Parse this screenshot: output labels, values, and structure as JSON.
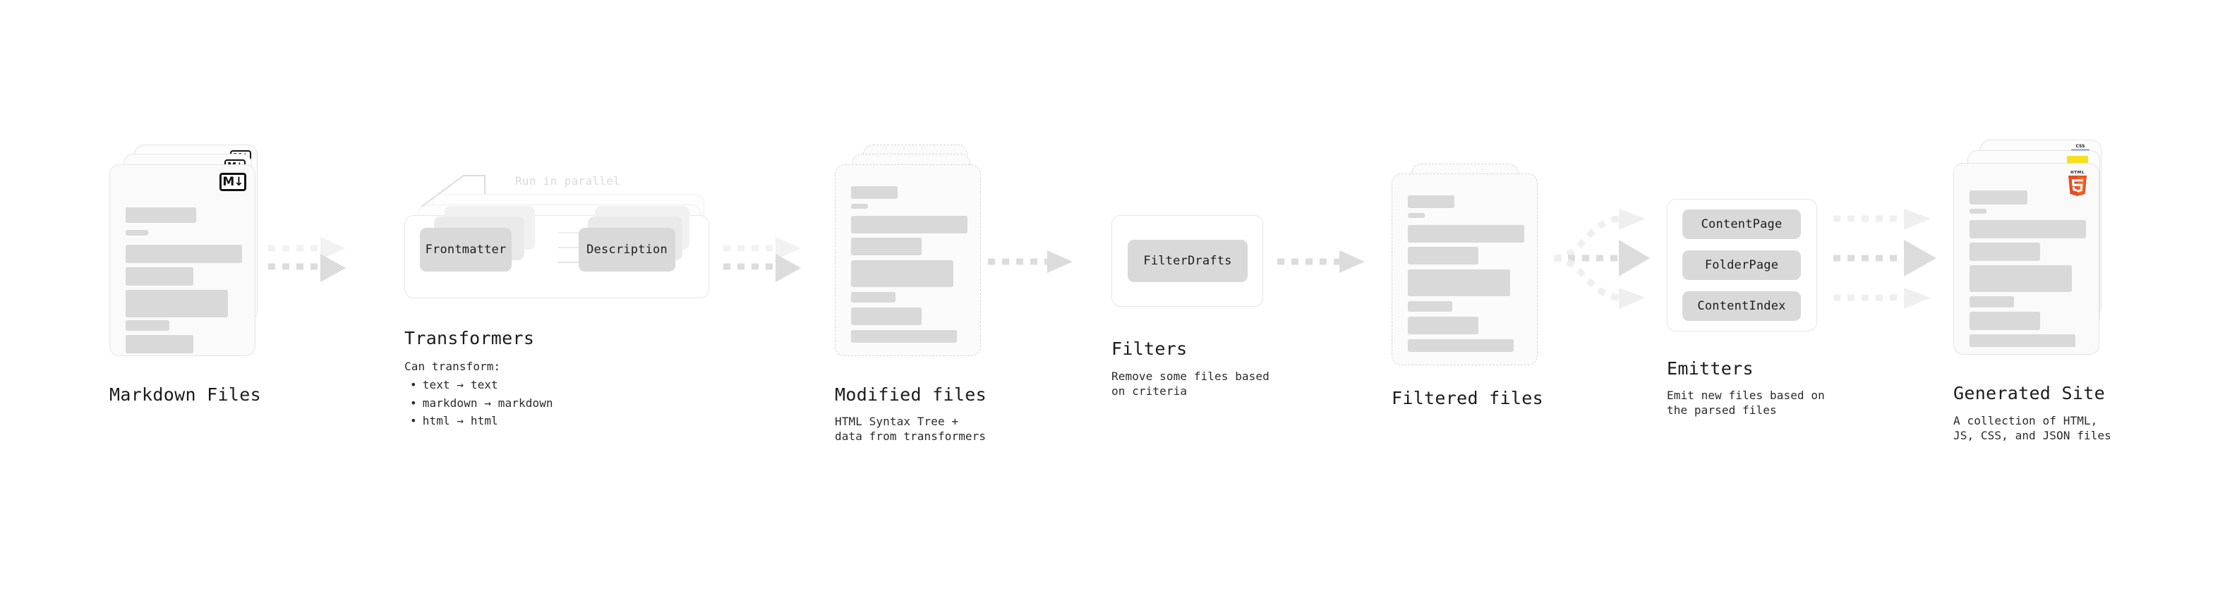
{
  "diagram": {
    "title_text_color": "#1b1b1b",
    "accent_colors": {
      "skeleton": "#d9d9d9",
      "card_bg": "#fbfbfb",
      "card_border": "#e4e4e4",
      "arrow": "#dcdcdc",
      "arrow_light": "#efefef",
      "html5_orange": "#e44d26",
      "html5_orange_light": "#f16529",
      "js_yellow": "#f7df1e",
      "css_blue": "#2965f1",
      "md_black": "#111111",
      "ghost_text": "#dadada"
    },
    "stages": [
      {
        "id": "markdown-files",
        "kind": "file-stack",
        "title": "Markdown Files",
        "description": "",
        "badge": "markdown-badge",
        "badge_text": "M",
        "badge_arrow": "↓",
        "stack_count": 3
      },
      {
        "id": "transformers",
        "kind": "process",
        "title": "Transformers",
        "note": "Run in parallel",
        "description_heading": "Can transform:",
        "bullets": [
          "text → text",
          "markdown → markdown",
          "html → html"
        ],
        "chips": [
          "Frontmatter",
          "Description"
        ],
        "stack_count": 3
      },
      {
        "id": "modified-files",
        "kind": "file-stack",
        "title": "Modified files",
        "description": "HTML Syntax Tree +\ndata from transformers",
        "dashed": true,
        "stack_count": 3
      },
      {
        "id": "filters",
        "kind": "process",
        "title": "Filters",
        "description": "Remove some files based\non criteria",
        "chips": [
          "FilterDrafts"
        ],
        "stack_count": 1
      },
      {
        "id": "filtered-files",
        "kind": "file-stack",
        "title": "Filtered files",
        "description": "",
        "dashed": true,
        "stack_count": 2
      },
      {
        "id": "emitters",
        "kind": "process",
        "title": "Emitters",
        "description": "Emit new files based on\nthe parsed files",
        "chips": [
          "ContentPage",
          "FolderPage",
          "ContentIndex"
        ],
        "stack_count": 1
      },
      {
        "id": "generated-site",
        "kind": "file-stack",
        "title": "Generated Site",
        "description": "A collection of HTML,\nJS, CSS, and JSON files",
        "badges": [
          "html5-icon",
          "js-icon",
          "css3-icon"
        ],
        "badge_html5_label": "HTML",
        "badge_html5_digit": "5",
        "badge_css_label": "CSS",
        "stack_count": 3
      }
    ],
    "connectors": [
      {
        "id": "arrow-markdown-to-transformers",
        "kind": "dotted-arrow-multi"
      },
      {
        "id": "arrow-transformers-to-modified",
        "kind": "dotted-arrow-multi"
      },
      {
        "id": "arrow-modified-to-filters",
        "kind": "dotted-arrow-single"
      },
      {
        "id": "arrow-filters-to-filtered",
        "kind": "dotted-arrow-single"
      },
      {
        "id": "arrow-filtered-to-emitters",
        "kind": "dotted-arrow-fan-in"
      },
      {
        "id": "arrow-emitters-to-site",
        "kind": "dotted-arrow-fan-out"
      }
    ]
  }
}
